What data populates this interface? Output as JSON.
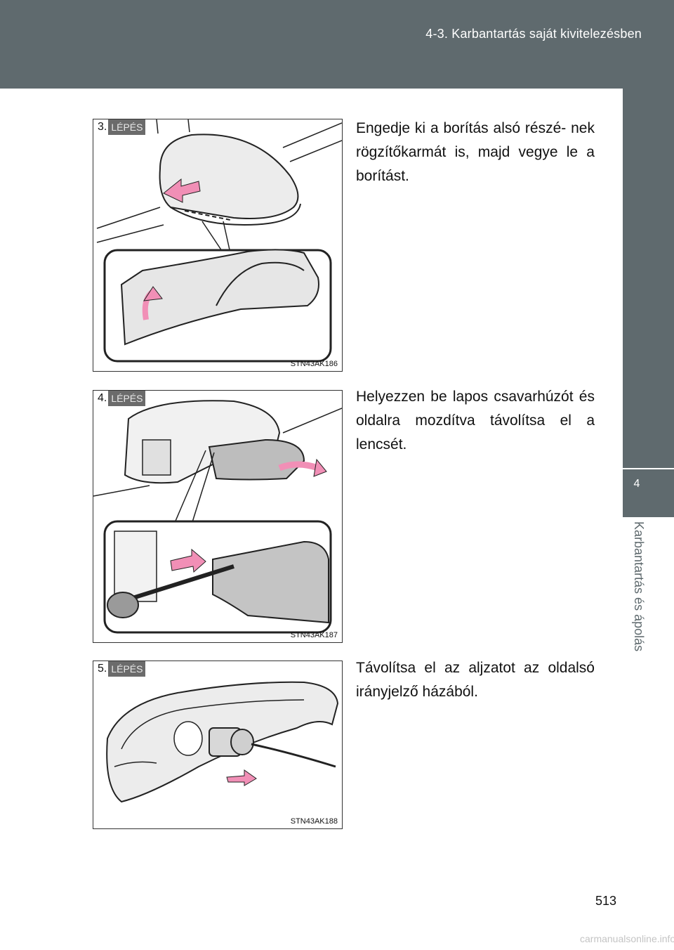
{
  "header": {
    "section_title": "4-3. Karbantartás saját kivitelezésben"
  },
  "side_tab": {
    "chapter_number": "4",
    "chapter_title": "Karbantartás és ápolás"
  },
  "steps": [
    {
      "number": "3.",
      "word": "LÉPÉS",
      "figure_code": "STN43AK186",
      "text": "Engedje ki a borítás alsó részé- nek rögzítőkarmát is, majd vegye le a borítást."
    },
    {
      "number": "4.",
      "word": "LÉPÉS",
      "figure_code": "STN43AK187",
      "text": "Helyezzen be lapos csavarhúzót és oldalra mozdítva távolítsa el a lencsét."
    },
    {
      "number": "5.",
      "word": "LÉPÉS",
      "figure_code": "STN43AK188",
      "text": "Távolítsa el az aljzatot az oldalsó irányjelző házából."
    }
  ],
  "page_number": "513",
  "watermark": "carmanualsonline.info",
  "colors": {
    "header_bg": "#5f6a6e",
    "arrow_pink": "#f18fb6",
    "badge_bg": "#6b6b6b"
  }
}
